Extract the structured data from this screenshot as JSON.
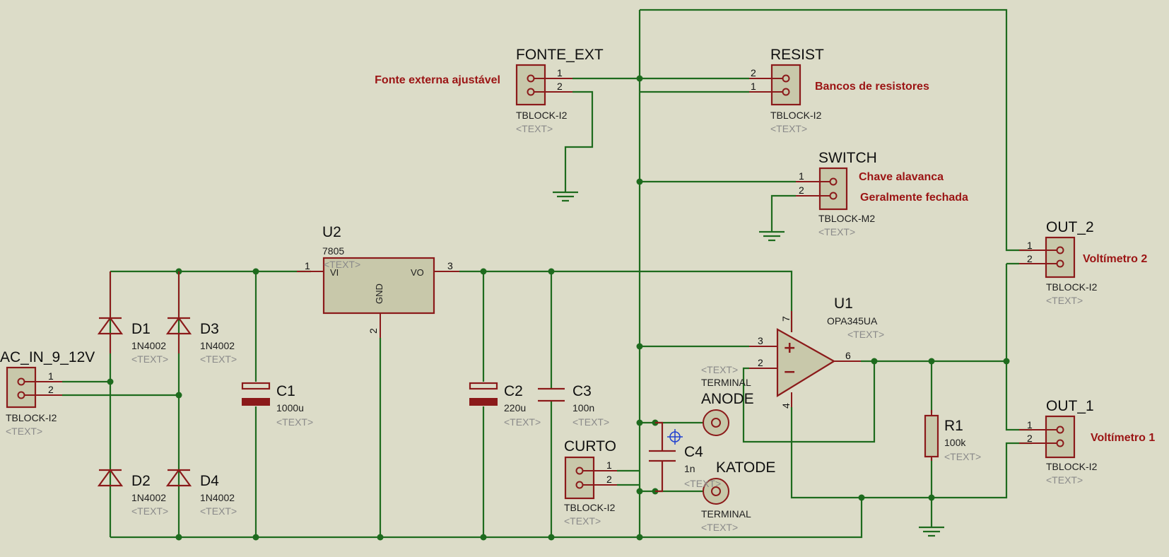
{
  "components": {
    "ac_in": {
      "ref": "AC_IN_9_12V",
      "value": "TBLOCK-I2",
      "text": "<TEXT>",
      "pins": [
        "1",
        "2"
      ]
    },
    "d1": {
      "ref": "D1",
      "value": "1N4002",
      "text": "<TEXT>"
    },
    "d2": {
      "ref": "D2",
      "value": "1N4002",
      "text": "<TEXT>"
    },
    "d3": {
      "ref": "D3",
      "value": "1N4002",
      "text": "<TEXT>"
    },
    "d4": {
      "ref": "D4",
      "value": "1N4002",
      "text": "<TEXT>"
    },
    "c1": {
      "ref": "C1",
      "value": "1000u",
      "text": "<TEXT>"
    },
    "u2": {
      "ref": "U2",
      "value": "7805",
      "text": "<TEXT>",
      "pin_labels": [
        "VI",
        "VO",
        "GND"
      ],
      "pins": [
        "1",
        "3",
        "2"
      ]
    },
    "c2": {
      "ref": "C2",
      "value": "220u",
      "text": "<TEXT>"
    },
    "c3": {
      "ref": "C3",
      "value": "100n",
      "text": "<TEXT>"
    },
    "fonte_ext": {
      "ref": "FONTE_EXT",
      "value": "TBLOCK-I2",
      "text": "<TEXT>",
      "pins": [
        "1",
        "2"
      ]
    },
    "resist": {
      "ref": "RESIST",
      "value": "TBLOCK-I2",
      "text": "<TEXT>",
      "pins": [
        "2",
        "1"
      ]
    },
    "switch": {
      "ref": "SWITCH",
      "value": "TBLOCK-M2",
      "text": "<TEXT>",
      "pins": [
        "1",
        "2"
      ]
    },
    "out2": {
      "ref": "OUT_2",
      "value": "TBLOCK-I2",
      "text": "<TEXT>",
      "pins": [
        "1",
        "2"
      ]
    },
    "u1": {
      "ref": "U1",
      "value": "OPA345UA",
      "text": "<TEXT>",
      "pins": [
        "7",
        "3",
        "2",
        "6",
        "4"
      ],
      "symbols": [
        "+",
        "−"
      ]
    },
    "anode": {
      "ref": "ANODE",
      "value": "TERMINAL",
      "text": "<TEXT>"
    },
    "katode": {
      "ref": "KATODE",
      "value": "TERMINAL",
      "text": "<TEXT>"
    },
    "c4": {
      "ref": "C4",
      "value": "1n",
      "text": "<TEXT>"
    },
    "curto": {
      "ref": "CURTO",
      "value": "TBLOCK-I2",
      "text": "<TEXT>",
      "pins": [
        "1",
        "2"
      ]
    },
    "r1": {
      "ref": "R1",
      "value": "100k",
      "text": "<TEXT>"
    },
    "out1": {
      "ref": "OUT_1",
      "value": "TBLOCK-I2",
      "text": "<TEXT>",
      "pins": [
        "1",
        "2"
      ]
    }
  },
  "notes": {
    "fonte": "Fonte externa ajustável",
    "resist": "Bancos de resistores",
    "switch_1": "Chave alavanca",
    "switch_2": "Geralmente fechada",
    "out2": "Voltímetro 2",
    "out1": "Voltímetro 1"
  },
  "colors": {
    "background": "#dcdcc8",
    "wire": "#1e6b1e",
    "component": "#8b1a1a",
    "note": "#9b1414",
    "placeholder": "#8a8a8a"
  }
}
